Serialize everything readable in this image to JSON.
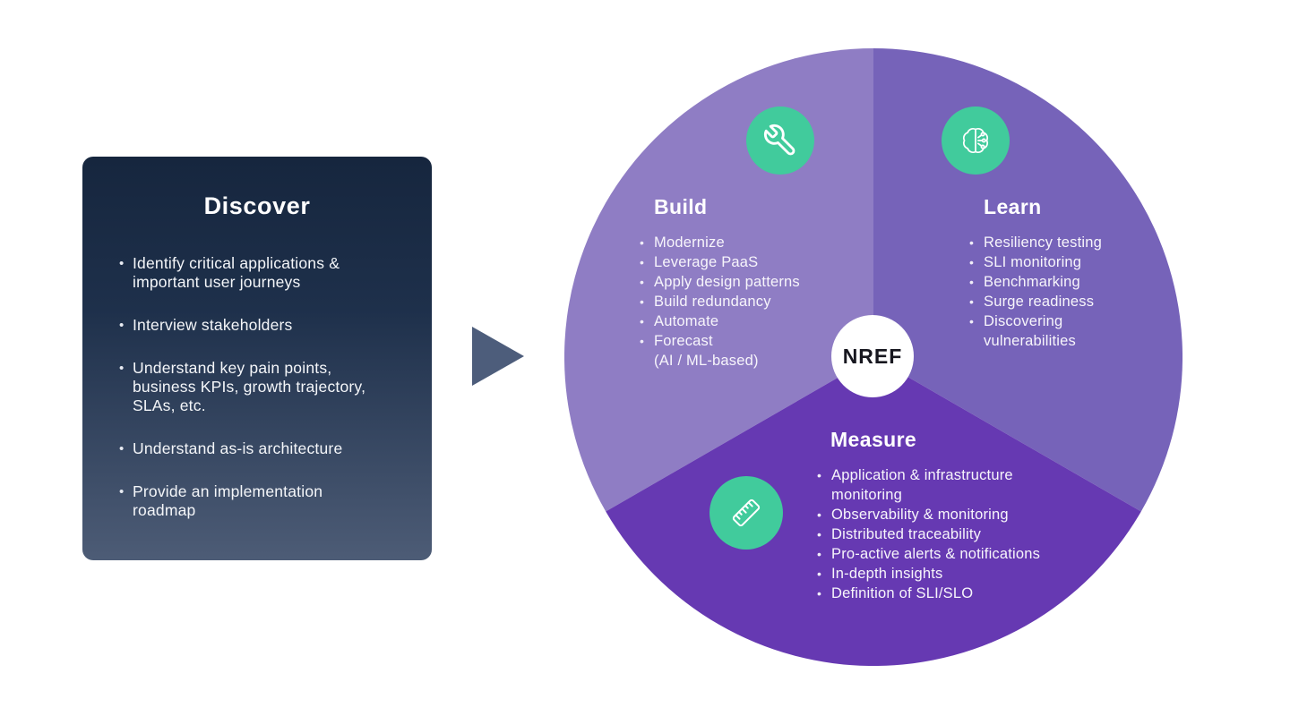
{
  "palette": {
    "card_top": "#16263e",
    "card_bottom": "#4d5c76",
    "arrow_color": "#4d5d7b",
    "icon_bg_color": "#41cb9c",
    "hub_bg": "#ffffff",
    "hub_text_color": "#17171f"
  },
  "discover_card": {
    "title": "Discover",
    "items": [
      "Identify critical applications &\nimportant user journeys",
      "Interview stakeholders",
      "Understand key pain points,\nbusiness KPIs, growth trajectory,\nSLAs, etc.",
      "Understand as-is architecture",
      "Provide an implementation\nroadmap"
    ]
  },
  "cycle": {
    "center_label": "NREF",
    "segments": [
      {
        "id": "build",
        "label": "Build",
        "icon": "wrench-icon",
        "color": "#8f7dc4",
        "items": [
          "Modernize",
          "Leverage PaaS",
          "Apply design patterns",
          "Build redundancy",
          "Automate",
          "Forecast\n(AI / ML-based)"
        ]
      },
      {
        "id": "learn",
        "label": "Learn",
        "icon": "brain-circuit-icon",
        "color": "#7663b9",
        "items": [
          "Resiliency testing",
          "SLI monitoring",
          "Benchmarking",
          "Surge readiness",
          "Discovering\nvulnerabilities"
        ]
      },
      {
        "id": "measure",
        "label": "Measure",
        "icon": "ruler-icon",
        "color": "#6639b2",
        "items": [
          "Application &  infrastructure\nmonitoring",
          "Observability & monitoring",
          "Distributed traceability",
          "Pro-active alerts & notifications",
          "In-depth insights",
          "Definition of SLI/SLO"
        ]
      }
    ]
  }
}
